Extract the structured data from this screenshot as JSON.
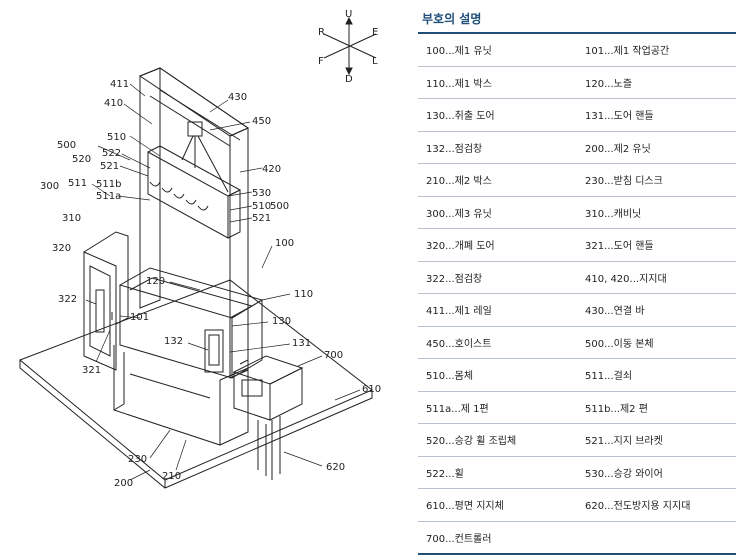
{
  "figure": {
    "directions": {
      "up": "U",
      "down": "D",
      "front": "F",
      "rear": "R",
      "left": "L",
      "right": "E"
    },
    "labels": {
      "l411": "411",
      "l410": "410",
      "l430": "430",
      "l450": "450",
      "l510a": "510",
      "l510b": "510",
      "l420": "420",
      "l500a": "500",
      "l500b": "500",
      "l522": "522",
      "l520": "520",
      "l521a": "521",
      "l521b": "521",
      "l511": "511",
      "l511b": "511b",
      "l511a": "511a",
      "l530": "530",
      "l310": "310",
      "l300": "300",
      "l100": "100",
      "l320": "320",
      "l120": "120",
      "l110": "110",
      "l322": "322",
      "l101": "101",
      "l130": "130",
      "l132": "132",
      "l131": "131",
      "l321": "321",
      "l700": "700",
      "l610": "610",
      "l230": "230",
      "l210": "210",
      "l200": "200",
      "l620": "620"
    }
  },
  "legend": {
    "title": "부호의 설명",
    "rows": [
      [
        "100...제1 유닛",
        "101...제1 작업공간"
      ],
      [
        "110...제1 박스",
        "120...노즐"
      ],
      [
        "130...취출 도어",
        "131...도어 핸들"
      ],
      [
        "132...점검창",
        "200...제2 유닛"
      ],
      [
        "210...제2 박스",
        "230...받침 디스크"
      ],
      [
        "300...제3 유닛",
        "310...캐비닛"
      ],
      [
        "320...개폐 도어",
        "321...도어 핸들"
      ],
      [
        "322...점검창",
        "410, 420...지지대"
      ],
      [
        "411...제1 레일",
        "430...연결 바"
      ],
      [
        "450...호이스트",
        "500...이동 본체"
      ],
      [
        "510...몸체",
        "511...걸쇠"
      ],
      [
        "511a...제 1편",
        "511b...제2 편"
      ],
      [
        "520...승강 휠 조립체",
        "521...지지 브라켓"
      ],
      [
        "522...휠",
        "530...승강 와이어"
      ],
      [
        "610...평면 지지체",
        "620...전도방지용 지지대"
      ],
      [
        "700...컨트롤러",
        ""
      ]
    ]
  }
}
